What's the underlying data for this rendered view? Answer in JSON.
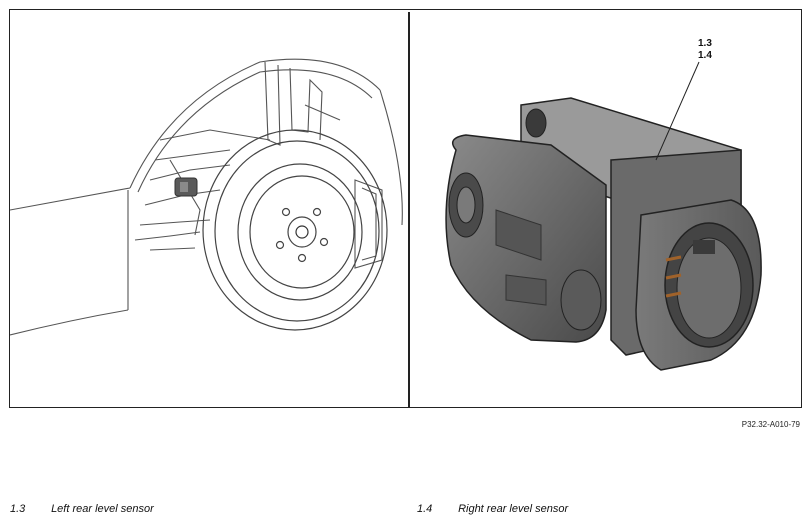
{
  "figure": {
    "callouts": [
      "1.3",
      "1.4"
    ],
    "figure_id": "P32.32-A010-79"
  },
  "legend": [
    {
      "number": "1.3",
      "label": "Left rear level sensor"
    },
    {
      "number": "1.4",
      "label": "Right rear level sensor"
    }
  ]
}
